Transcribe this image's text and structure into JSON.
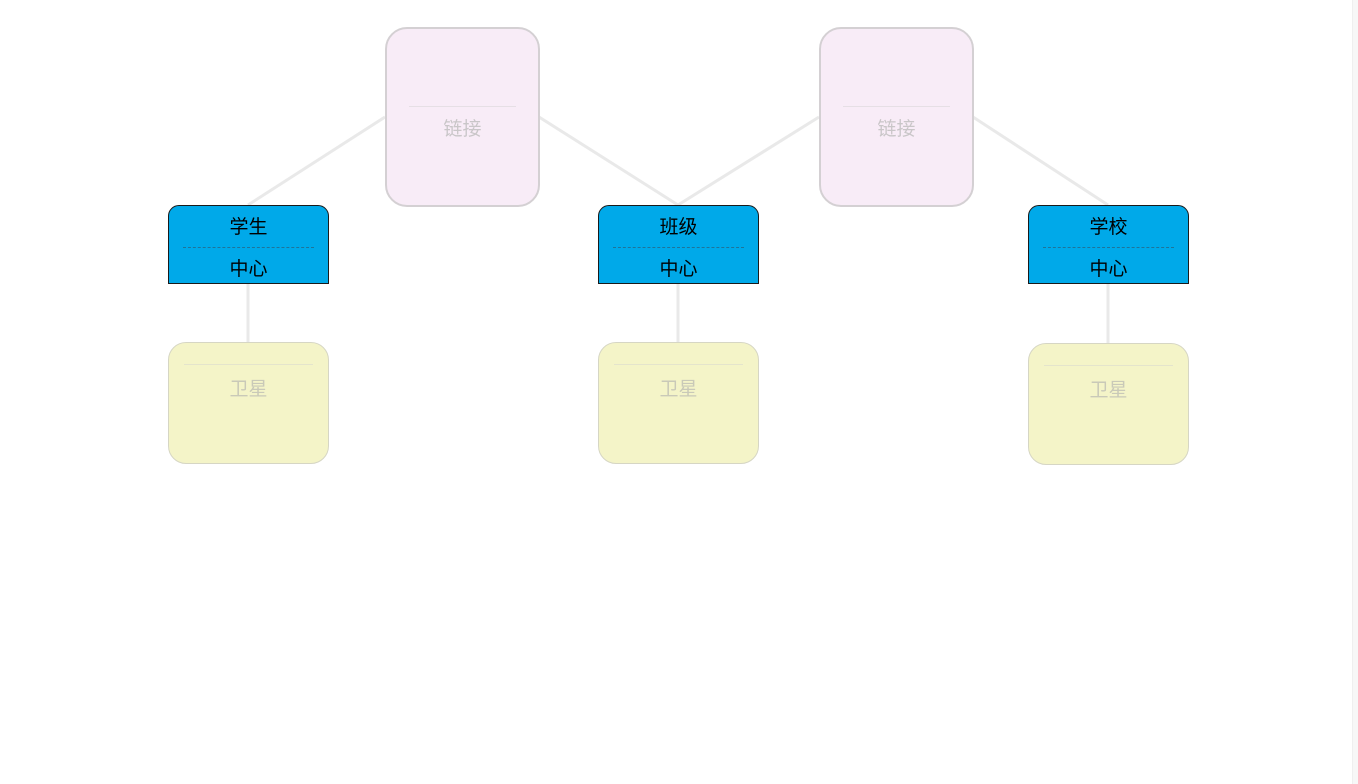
{
  "diagram": {
    "hubs": [
      {
        "id": "hub-student",
        "name": "学生",
        "stereotype": "中心"
      },
      {
        "id": "hub-class",
        "name": "班级",
        "stereotype": "中心"
      },
      {
        "id": "hub-school",
        "name": "学校",
        "stereotype": "中心"
      }
    ],
    "links": [
      {
        "id": "link-1",
        "stereotype": "链接",
        "connects": [
          "hub-student",
          "hub-class"
        ]
      },
      {
        "id": "link-2",
        "stereotype": "链接",
        "connects": [
          "hub-class",
          "hub-school"
        ]
      }
    ],
    "satellites": [
      {
        "id": "sat-student",
        "stereotype": "卫星",
        "parent": "hub-student"
      },
      {
        "id": "sat-class",
        "stereotype": "卫星",
        "parent": "hub-class"
      },
      {
        "id": "sat-school",
        "stereotype": "卫星",
        "parent": "hub-school"
      }
    ],
    "colors": {
      "hub_fill": "#00a9e9",
      "link_fill": "#f8ecf7",
      "satellite_fill": "#f4f4c8",
      "connector": "#e9e9e9"
    }
  }
}
